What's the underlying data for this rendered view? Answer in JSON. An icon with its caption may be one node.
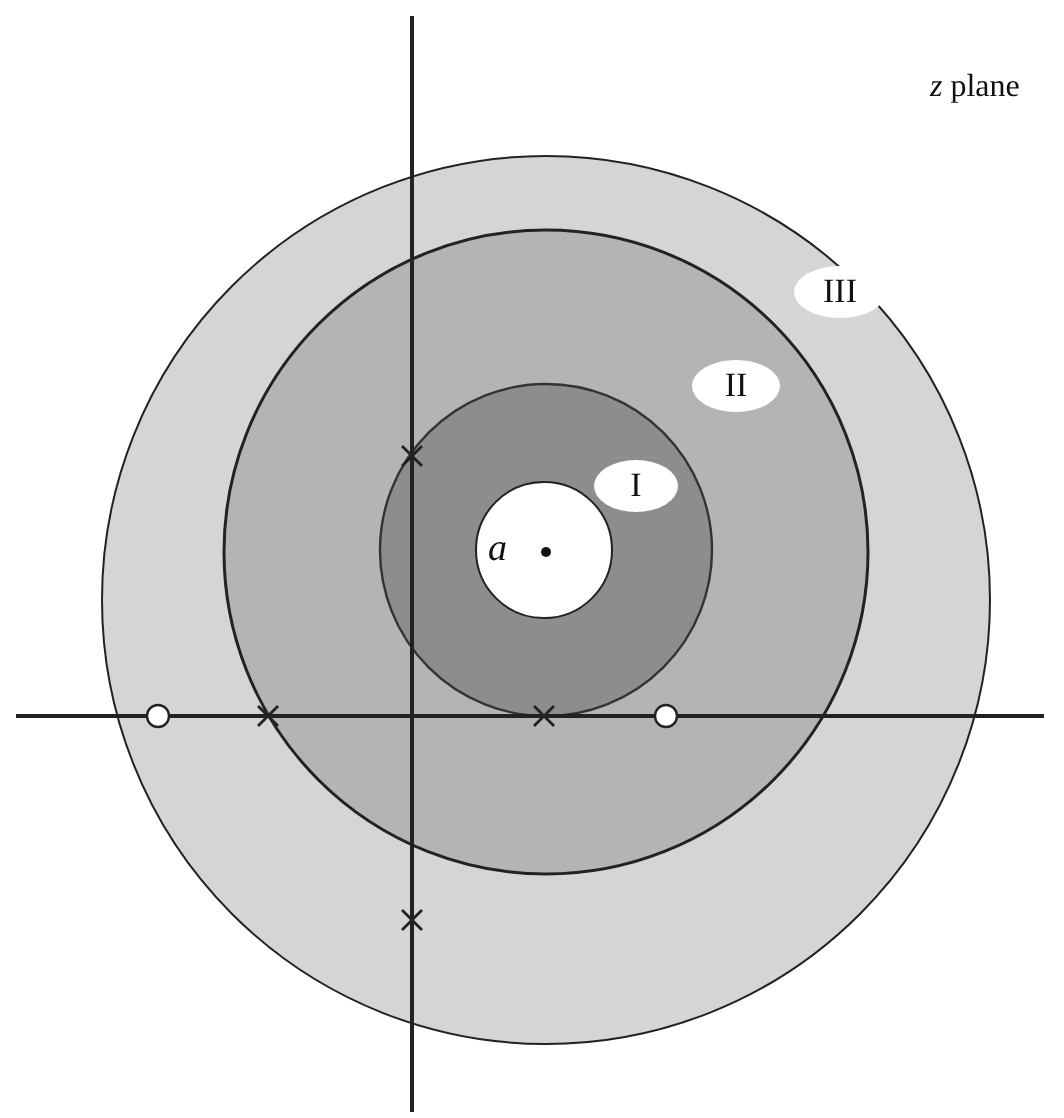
{
  "diagram": {
    "nodes": [
      {
        "text": [
          "III"
        ]
      },
      {
        "text": [
          "II"
        ]
      },
      {
        "text": [
          "I"
        ]
      }
    ],
    "labels": [
      "*z* plane",
      "a"
    ]
  }
}
